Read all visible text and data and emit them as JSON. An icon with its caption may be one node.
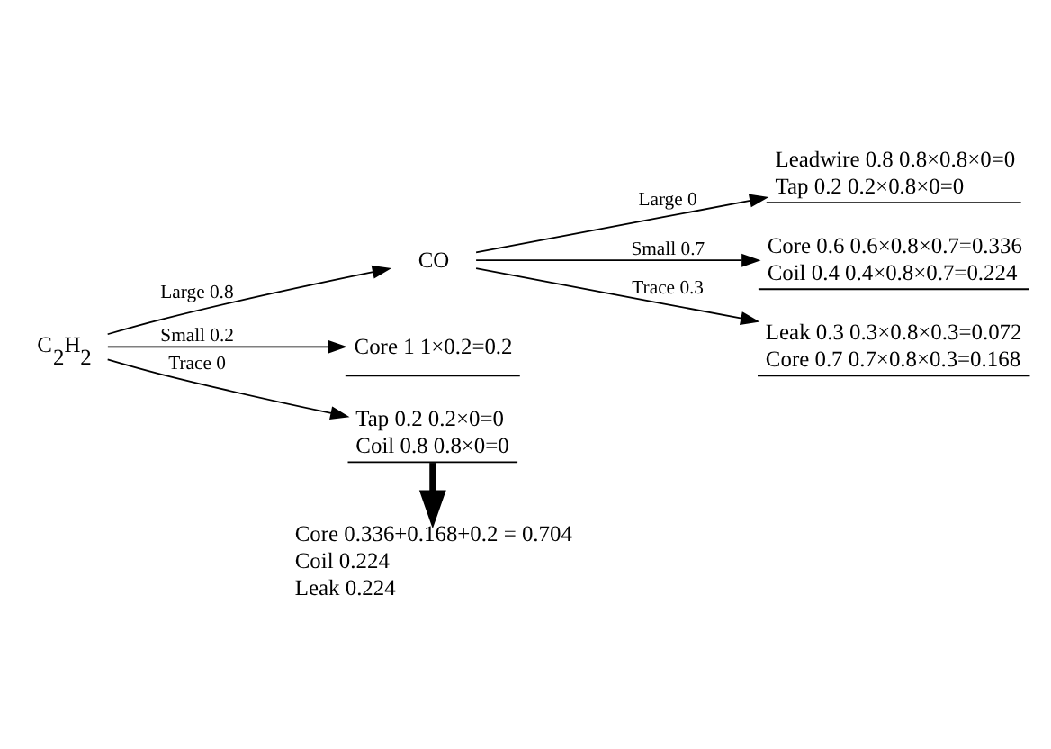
{
  "diagram": {
    "nodes": [
      {
        "text": [
          "C$_{2}$H$_{2}$"
        ]
      },
      {
        "text": [
          "CO"
        ]
      },
      {
        "text": [
          "Leadwire 0.8 0.8×0.8×0=0",
          "Tap 0.2 0.2×0.8×0=0"
        ]
      },
      {
        "text": [
          "Core 0.6 0.6×0.8×0.7=0.336",
          "Coil 0.4 0.4×0.8×0.7=0.224"
        ]
      },
      {
        "text": [
          "Leak 0.3 0.3×0.8×0.3=0.072",
          "Core 0.7 0.7×0.8×0.3=0.168"
        ]
      },
      {
        "text": [
          "Core 1 1×0.2=0.2"
        ]
      },
      {
        "text": [
          "Tap 0.2 0.2×0=0",
          "Coil 0.8 0.8×0=0"
        ]
      },
      {
        "text": [
          "Core 0.336+0.168+0.2 = 0.704",
          "Coil 0.224",
          "Leak 0.224"
        ]
      }
    ],
    "edges": [
      {
        "from": 0,
        "to": 1,
        "arrow": "to",
        "label": "Large 0.8"
      },
      {
        "from": 1,
        "to": 2,
        "arrow": "to",
        "label": "Large 0"
      },
      {
        "from": 1,
        "to": 3,
        "arrow": "to",
        "label": "Small 0.7"
      },
      {
        "from": 1,
        "to": 4,
        "arrow": "to",
        "label": "Trace 0.3"
      },
      {
        "from": 0,
        "to": 5,
        "arrow": "to",
        "label": "Small 0.2"
      },
      {
        "from": 0,
        "to": 6,
        "arrow": "to",
        "label": "Trace 0"
      },
      {
        "from": 6,
        "to": 7,
        "arrow": "to",
        "style": "thick"
      }
    ]
  }
}
